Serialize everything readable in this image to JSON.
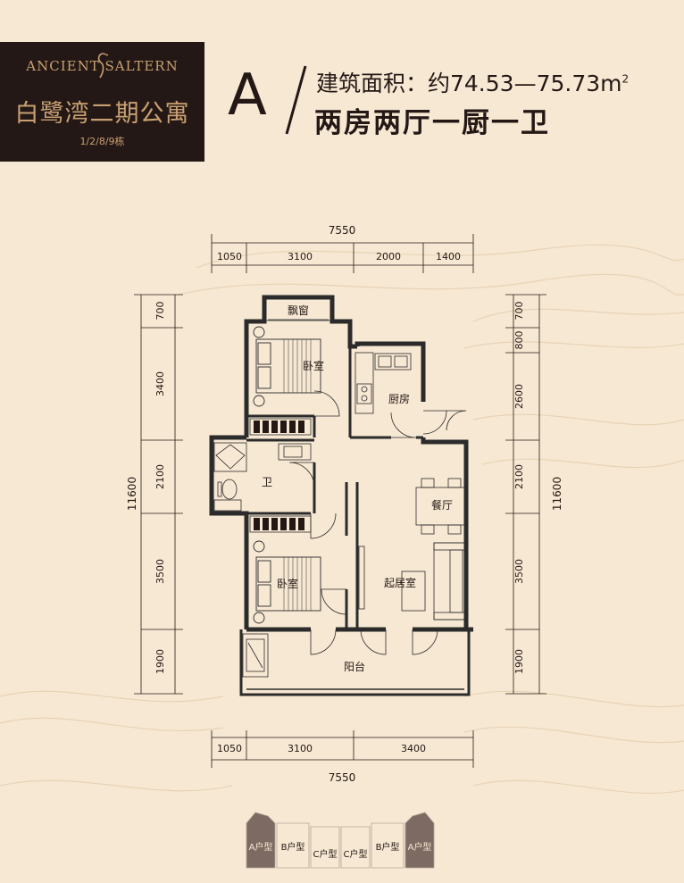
{
  "brand": {
    "english_name": "ANCIENT SALTERN",
    "chinese_name": "白鹭湾二期公寓",
    "buildings": "1/2/8/9栋"
  },
  "unit": {
    "type_letter": "A",
    "area_label": "建筑面积：约74.53—75.73m",
    "area_superscript": "2",
    "layout": "两房两厅一厨一卫"
  },
  "dimensions": {
    "top_total": "7550",
    "top_segments": [
      "1050",
      "3100",
      "2000",
      "1400"
    ],
    "bottom_total": "7550",
    "bottom_segments": [
      "1050",
      "3100",
      "3400"
    ],
    "left_total": "11600",
    "left_segments": [
      "700",
      "3400",
      "2100",
      "3500",
      "1900"
    ],
    "right_total": "11600",
    "right_segments": [
      "700",
      "800",
      "2600",
      "2100",
      "3500",
      "1900"
    ]
  },
  "rooms": {
    "bay_window": "飘窗",
    "bedroom_top": "卧室",
    "kitchen": "厨房",
    "bathroom": "卫",
    "dining": "餐厅",
    "bedroom_bottom": "卧室",
    "living": "起居室",
    "balcony": "阳台"
  },
  "legend_tabs": [
    "A户型",
    "B户型",
    "C户型",
    "C户型",
    "B户型",
    "A户型"
  ],
  "colors": {
    "background": "#f7e8d3",
    "logo_bg": "#231815",
    "gold": "#c9a072",
    "wall": "#2b2b2b",
    "tab_active": "#7d6a62"
  }
}
